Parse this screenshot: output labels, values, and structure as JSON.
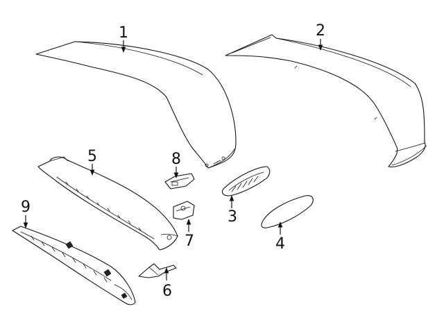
{
  "diagram": {
    "callouts": [
      {
        "id": "1",
        "label": "1"
      },
      {
        "id": "2",
        "label": "2"
      },
      {
        "id": "3",
        "label": "3"
      },
      {
        "id": "4",
        "label": "4"
      },
      {
        "id": "5",
        "label": "5"
      },
      {
        "id": "6",
        "label": "6"
      },
      {
        "id": "7",
        "label": "7"
      },
      {
        "id": "8",
        "label": "8"
      },
      {
        "id": "9",
        "label": "9"
      }
    ]
  },
  "colors": {
    "line": "#111111",
    "background": "#ffffff"
  }
}
